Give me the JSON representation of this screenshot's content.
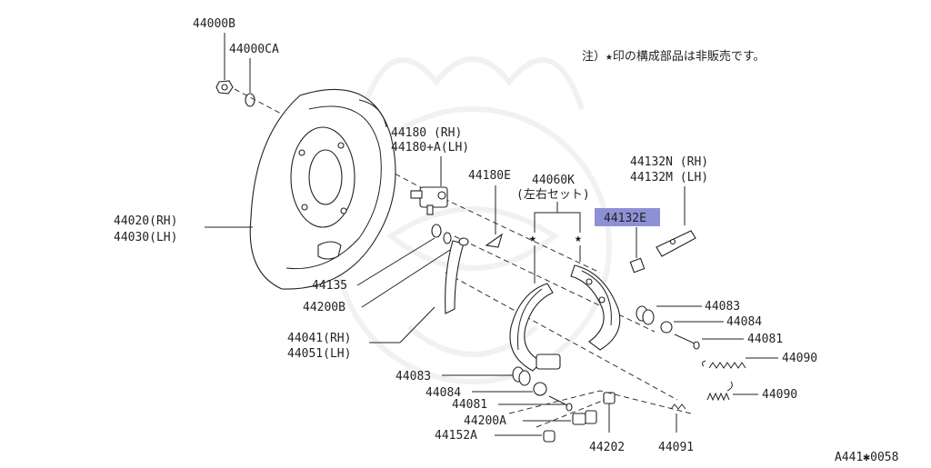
{
  "diagram": {
    "highlight_color": "#8e90d6",
    "note": "注）★印の構成部品は非販売です。",
    "figure_code": "A441✱0058",
    "labels": {
      "p44000B": "44000B",
      "p44000CA": "44000CA",
      "p44180_rh": "44180 (RH)",
      "p44180_lh": "44180+A(LH)",
      "p44180E": "44180E",
      "p44060K": "44060K",
      "p44060K_sub": "(左右セット)",
      "p44132N": "44132N (RH)",
      "p44132M": "44132M (LH)",
      "p44132E": "44132E",
      "p44020": "44020(RH)",
      "p44030": "44030(LH)",
      "p44135": "44135",
      "p44200B": "44200B",
      "p44041": "44041(RH)",
      "p44051": "44051(LH)",
      "p44083_r": "44083",
      "p44084_r": "44084",
      "p44081_r": "44081",
      "p44090_a": "44090",
      "p44090_b": "44090",
      "p44083_l": "44083",
      "p44084_l": "44084",
      "p44081_l": "44081",
      "p44200A": "44200A",
      "p44152A": "44152A",
      "p44202": "44202",
      "p44091": "44091"
    },
    "star_symbol": "★"
  }
}
